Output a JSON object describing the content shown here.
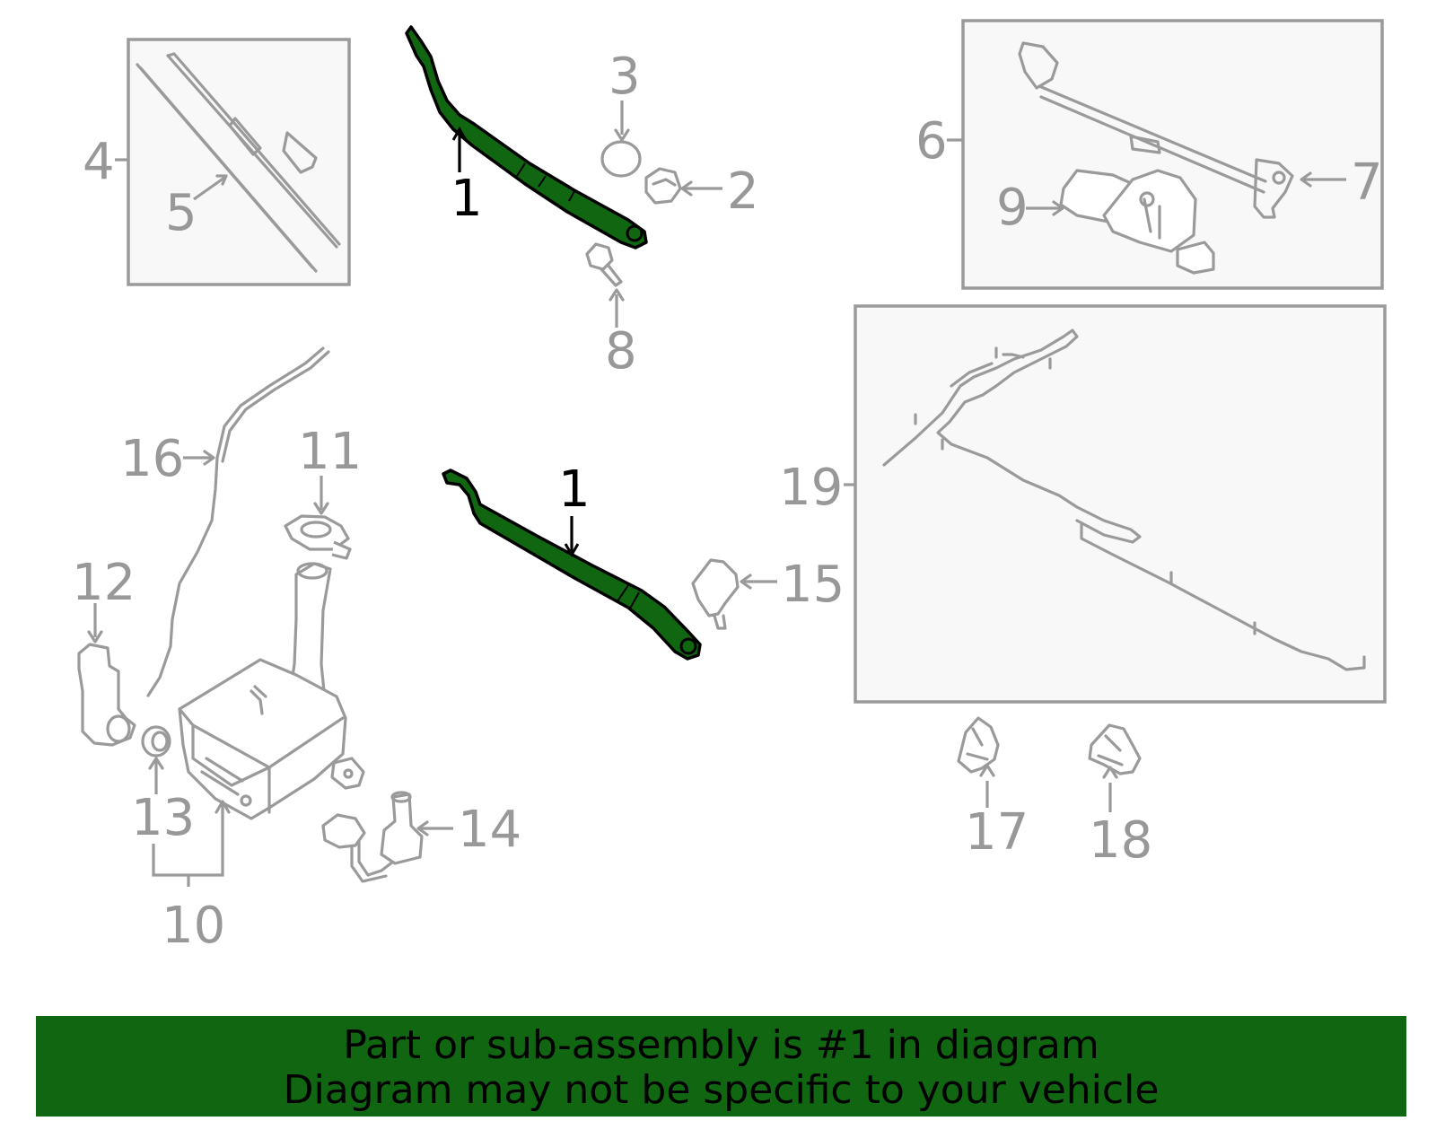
{
  "diagram": {
    "highlight_color": "#116611",
    "part_color": "#9a9a9a",
    "callouts": {
      "c1a": "1",
      "c1b": "1",
      "c2": "2",
      "c3": "3",
      "c4": "4",
      "c5": "5",
      "c6": "6",
      "c7": "7",
      "c8": "8",
      "c9": "9",
      "c10": "10",
      "c11": "11",
      "c12": "12",
      "c13": "13",
      "c14": "14",
      "c15": "15",
      "c16": "16",
      "c17": "17",
      "c18": "18",
      "c19": "19"
    }
  },
  "banner": {
    "line1": "Part or sub-assembly is #1 in diagram",
    "line2": "Diagram may not be specific to your vehicle"
  }
}
